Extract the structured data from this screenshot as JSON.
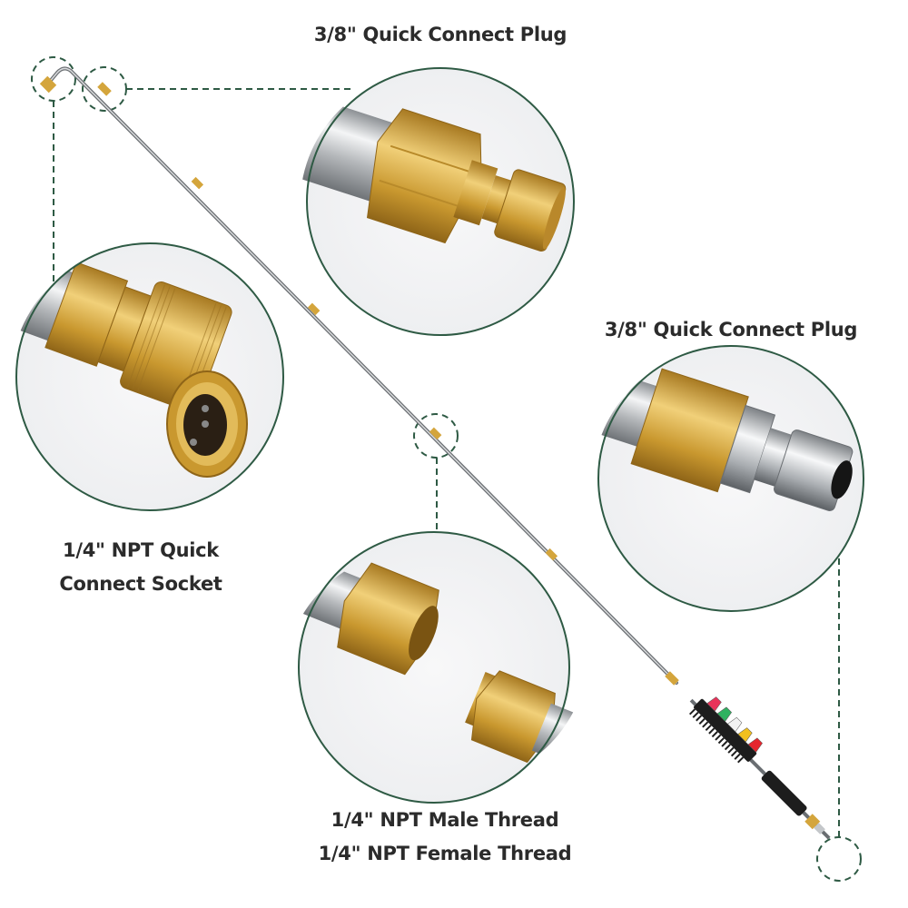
{
  "product": {
    "name": "Pressure washer extension wand with quick connect fittings",
    "colors": {
      "callout": "#2e5a44",
      "brass": "#d4a53c",
      "steel": "#b9bcbf",
      "text": "#2b2b2b"
    }
  },
  "callouts": [
    {
      "id": "top-plug",
      "label": "3/8\" Quick Connect Plug",
      "fitting": "brass-plug"
    },
    {
      "id": "right-plug",
      "label": "3/8\" Quick Connect Plug",
      "fitting": "stainless-plug"
    },
    {
      "id": "left-socket",
      "label_lines": [
        "1/4\" NPT Quick",
        "Connect Socket"
      ],
      "fitting": "brass-socket"
    },
    {
      "id": "middle-thread",
      "label_lines": [
        "1/4\" NPT Male Thread",
        "1/4\" NPT Female Thread"
      ],
      "fitting": "npt-coupler"
    }
  ],
  "nozzle_tips": [
    {
      "color": "#e8335a"
    },
    {
      "color": "#2fb260"
    },
    {
      "color": "#f2f2f2"
    },
    {
      "color": "#f2c01e"
    },
    {
      "color": "#e5262e"
    }
  ]
}
